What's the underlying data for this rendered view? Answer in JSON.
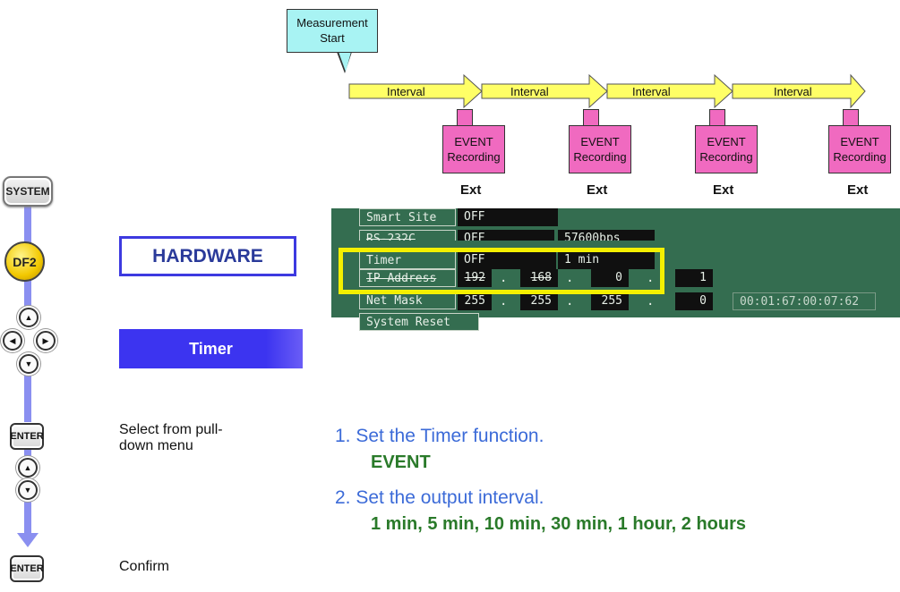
{
  "left_panel": {
    "system_button_label": "SYSTEM",
    "df2_button_label": "DF2",
    "enter_button_label": "ENTER",
    "confirm_enter_label": "ENTER",
    "hardware_label": "HARDWARE",
    "timer_label": "Timer",
    "select_note": "Select from pull-\ndown menu",
    "confirm_note": "Confirm",
    "icons": {
      "up": "up-arrow-icon",
      "down": "down-arrow-icon",
      "left": "left-arrow-icon",
      "right": "right-arrow-icon"
    },
    "colors": {
      "accent_blue": "#3c34f0",
      "connector": "#8a8ff0",
      "df2_yellow": "#f2c800"
    }
  },
  "timeline": {
    "start_callout": "Measurement\nStart",
    "interval_labels": [
      "Interval",
      "Interval",
      "Interval",
      "Interval"
    ],
    "event_boxes": [
      "EVENT\nRecording",
      "EVENT\nRecording",
      "EVENT\nRecording",
      "EVENT\nRecording"
    ],
    "ext_labels": [
      "Ext",
      "Ext",
      "Ext",
      "Ext"
    ],
    "colors": {
      "callout": "#a8f3f3",
      "arrow": "#ffff66",
      "event": "#f06ac0"
    }
  },
  "screen": {
    "rows": {
      "smart_site": {
        "label": "Smart Site",
        "value": "OFF"
      },
      "rs232c": {
        "label": "RS-232C",
        "value": "OFF",
        "speed": "57600bps"
      },
      "timer": {
        "label": "Timer",
        "value": "OFF",
        "interval": "1 min"
      },
      "ip_address": {
        "label": "IP Address",
        "octets": [
          "192",
          "168",
          "0",
          "1"
        ]
      },
      "net_mask": {
        "label": "Net Mask",
        "octets": [
          "255",
          "255",
          "255",
          "0"
        ],
        "mac": "00:01:67:00:07:62"
      },
      "system_reset": {
        "label": "System Reset"
      }
    },
    "separator": ".",
    "colors": {
      "background": "#346d50",
      "highlight": "#f4f000"
    }
  },
  "instructions": {
    "step1": "1. Set the Timer function.",
    "step1_value": "EVENT",
    "step2": "2. Set the output interval.",
    "step2_values": "1 min, 5 min, 10 min, 30 min, 1 hour, 2 hours"
  }
}
